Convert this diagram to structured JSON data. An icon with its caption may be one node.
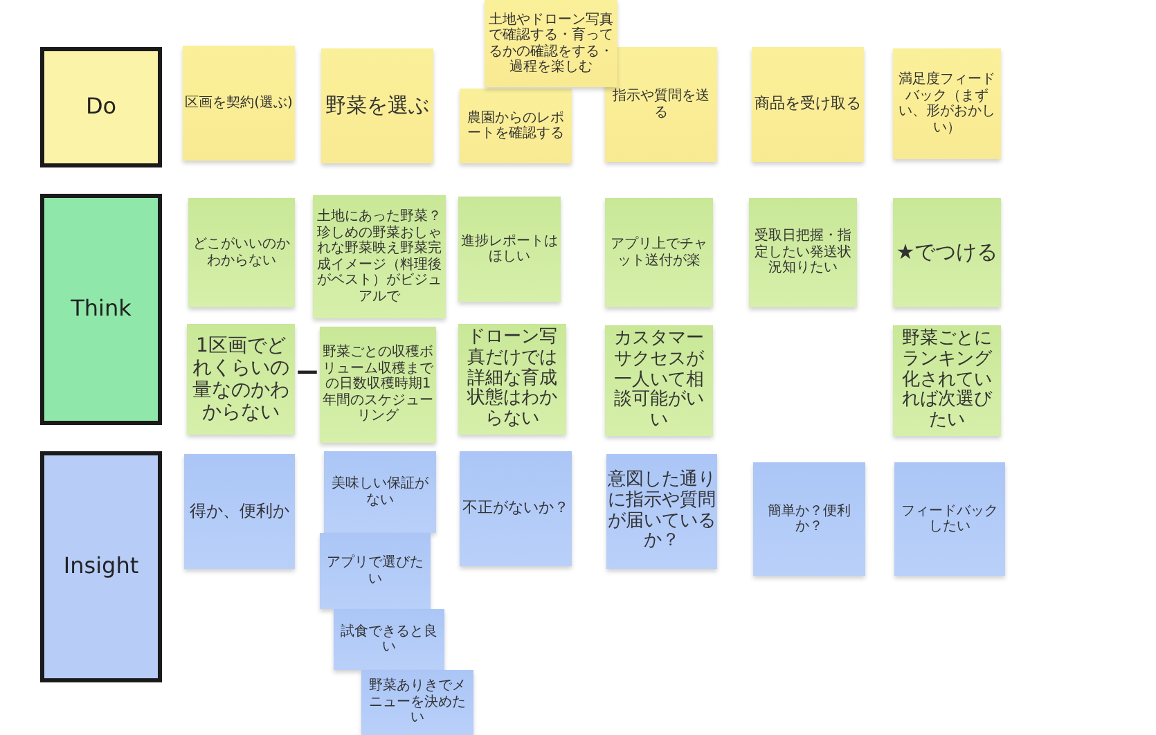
{
  "diagram": {
    "nodes": [
      {
        "text": [
          "Do"
        ]
      },
      {
        "text": [
          "区画を契約(選ぶ)"
        ]
      },
      {
        "text": [
          "野菜を選ぶ"
        ]
      },
      {
        "text": [
          "土地やドローン写真で確認する・育ってるかの確認をする・過程を楽しむ"
        ]
      },
      {
        "text": [
          "農園からのレポートを確認する"
        ]
      },
      {
        "text": [
          "指示や質問を送る"
        ]
      },
      {
        "text": [
          "商品を受け取る"
        ]
      },
      {
        "text": [
          "満足度フィードバック（まずい、形がおかしい）"
        ]
      },
      {
        "text": [
          "Think"
        ]
      },
      {
        "text": [
          "どこがいいのかわからない"
        ]
      },
      {
        "text": [
          "土地にあった野菜？珍しめの野菜おしゃれな野菜映え野菜完成イメージ（料理後がベスト）がビジュアルで"
        ]
      },
      {
        "text": [
          "進捗レポートはほしい"
        ]
      },
      {
        "text": [
          "アプリ上でチャット送付が楽"
        ]
      },
      {
        "text": [
          "受取日把握・指定したい発送状況知りたい"
        ]
      },
      {
        "text": [
          "★でつける"
        ]
      },
      {
        "text": [
          "1区画でどれくらいの量なのかわからない"
        ]
      },
      {
        "text": [
          "野菜ごとの収穫ボリューム収穫までの日数収穫時期1年間のスケジューリング"
        ]
      },
      {
        "text": [
          "ドローン写真だけでは詳細な育成状態はわからない"
        ]
      },
      {
        "text": [
          "カスタマーサクセスが一人いて相談可能がいい"
        ]
      },
      {
        "text": [
          "野菜ごとにランキング化されていれば次選びたい"
        ]
      },
      {
        "text": [
          "Insight"
        ]
      },
      {
        "text": [
          "得か、便利か"
        ]
      },
      {
        "text": [
          "美味しい保証がない"
        ]
      },
      {
        "text": [
          "不正がないか？"
        ]
      },
      {
        "text": [
          "アプリで選びたい"
        ]
      },
      {
        "text": [
          "試食できると良い"
        ]
      },
      {
        "text": [
          "野菜ありきでメニューを決めたい"
        ]
      },
      {
        "text": [
          "意図した通りに指示や質問が届いているか？"
        ]
      },
      {
        "text": [
          "簡単か？便利か？"
        ]
      },
      {
        "text": [
          "フィードバックしたい"
        ]
      }
    ],
    "labels": [
      "ー"
    ]
  }
}
